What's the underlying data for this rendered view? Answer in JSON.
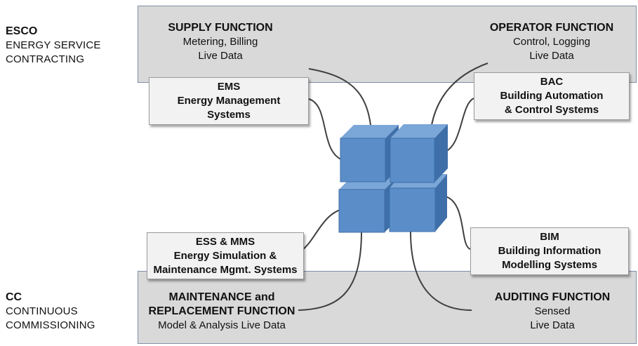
{
  "left_labels": {
    "esco": {
      "title": "ESCO",
      "line1": "ENERGY SERVICE",
      "line2": "CONTRACTING"
    },
    "cc": {
      "title": "CC",
      "line1": "CONTINUOUS",
      "line2": "COMMISSIONING"
    }
  },
  "functions": {
    "supply": {
      "title": "SUPPLY FUNCTION",
      "line1": "Metering, Billing",
      "line2": "Live Data"
    },
    "operator": {
      "title": "OPERATOR FUNCTION",
      "line1": "Control, Logging",
      "line2": "Live Data"
    },
    "maintenance": {
      "title1": "MAINTENANCE and",
      "title2": "REPLACEMENT FUNCTION",
      "line1": "Model & Analysis Live Data"
    },
    "auditing": {
      "title": "AUDITING FUNCTION",
      "line1": "Sensed",
      "line2": "Live Data"
    }
  },
  "systems": {
    "ems": {
      "line1": "EMS",
      "line2": "Energy Management",
      "line3": "Systems"
    },
    "bac": {
      "line1": "BAC",
      "line2": "Building Automation",
      "line3": "& Control Systems"
    },
    "ess": {
      "line1": "ESS & MMS",
      "line2": "Energy Simulation &",
      "line3": "Maintenance Mgmt. Systems"
    },
    "bim": {
      "line1": "BIM",
      "line2": "Building Information",
      "line3": "Modelling Systems"
    }
  },
  "colors": {
    "band_fill": "#d9d9d9",
    "band_border": "#7f8fa8",
    "box_fill": "#f2f2f2",
    "cube_front": "#5b8ec9",
    "cube_top": "#7aa6d8",
    "cube_side": "#3f6fa8",
    "wire": "#404040"
  }
}
